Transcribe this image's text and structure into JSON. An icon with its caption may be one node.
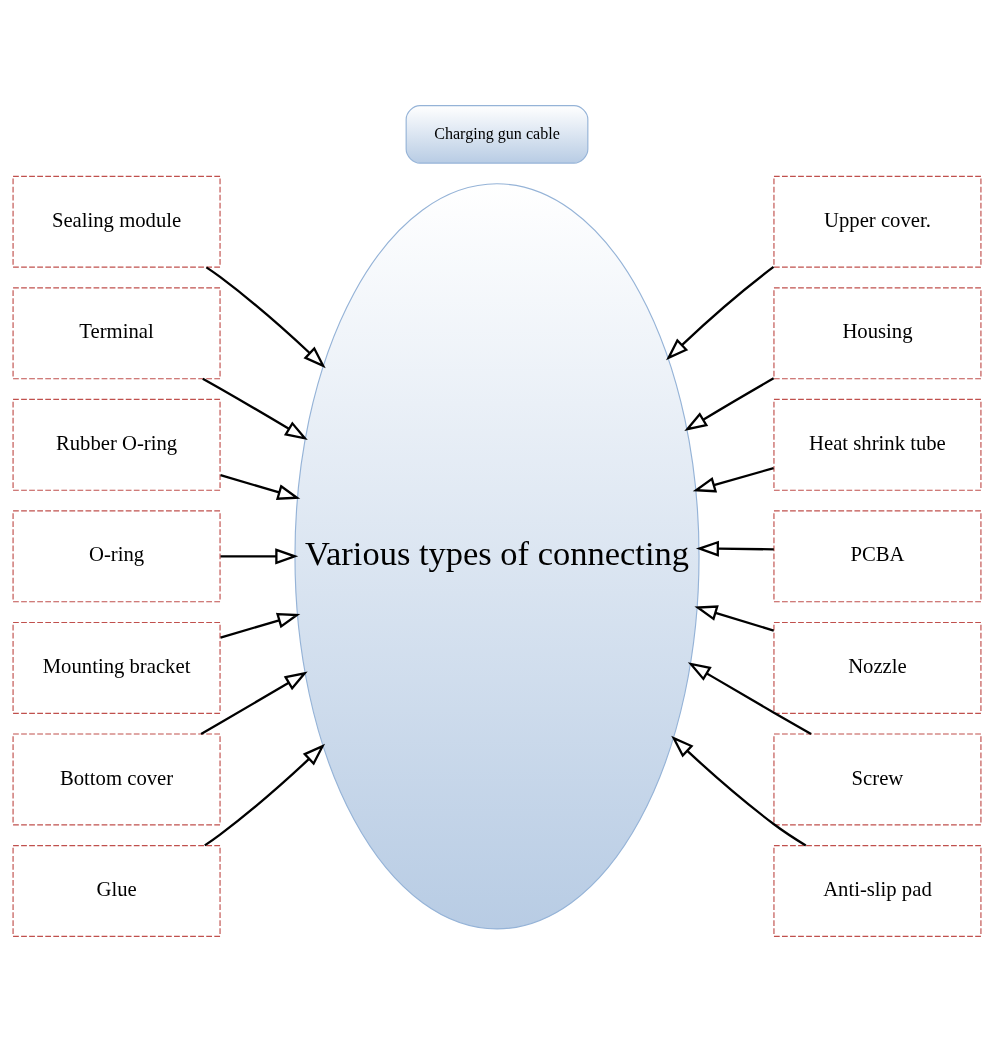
{
  "diagram": {
    "nodes": [
      {
        "text": [
          "Charging gun cable"
        ]
      },
      {
        "text": [
          "Various types of connecting"
        ]
      },
      {
        "text": [
          "Sealing module"
        ]
      },
      {
        "text": [
          "Upper cover."
        ]
      },
      {
        "text": [
          "Terminal"
        ]
      },
      {
        "text": [
          "Housing"
        ]
      },
      {
        "text": [
          "Rubber O-ring"
        ]
      },
      {
        "text": [
          "Heat shrink tube"
        ]
      },
      {
        "text": [
          "O-ring"
        ]
      },
      {
        "text": [
          "PCBA"
        ]
      },
      {
        "text": [
          "Mounting bracket"
        ]
      },
      {
        "text": [
          "Nozzle"
        ]
      },
      {
        "text": [
          "Bottom cover"
        ]
      },
      {
        "text": [
          "Screw"
        ]
      },
      {
        "text": [
          "Glue"
        ]
      },
      {
        "text": [
          "Anti-slip pad"
        ]
      }
    ],
    "edges": [
      {
        "from": 2,
        "to": 1,
        "arrow": "to"
      },
      {
        "from": 3,
        "to": 1,
        "arrow": "to"
      },
      {
        "from": 4,
        "to": 1,
        "arrow": "to"
      },
      {
        "from": 5,
        "to": 1,
        "arrow": "to"
      },
      {
        "from": 6,
        "to": 1,
        "arrow": "to"
      },
      {
        "from": 7,
        "to": 1,
        "arrow": "to"
      },
      {
        "from": 8,
        "to": 1,
        "arrow": "to"
      },
      {
        "from": 9,
        "to": 1,
        "arrow": "to"
      },
      {
        "from": 10,
        "to": 1,
        "arrow": "to"
      },
      {
        "from": 11,
        "to": 1,
        "arrow": "to"
      },
      {
        "from": 12,
        "to": 1,
        "arrow": "to"
      },
      {
        "from": 13,
        "to": 1,
        "arrow": "to"
      },
      {
        "from": 14,
        "to": 1,
        "arrow": "to"
      },
      {
        "from": 15,
        "to": 1,
        "arrow": "to"
      }
    ]
  }
}
